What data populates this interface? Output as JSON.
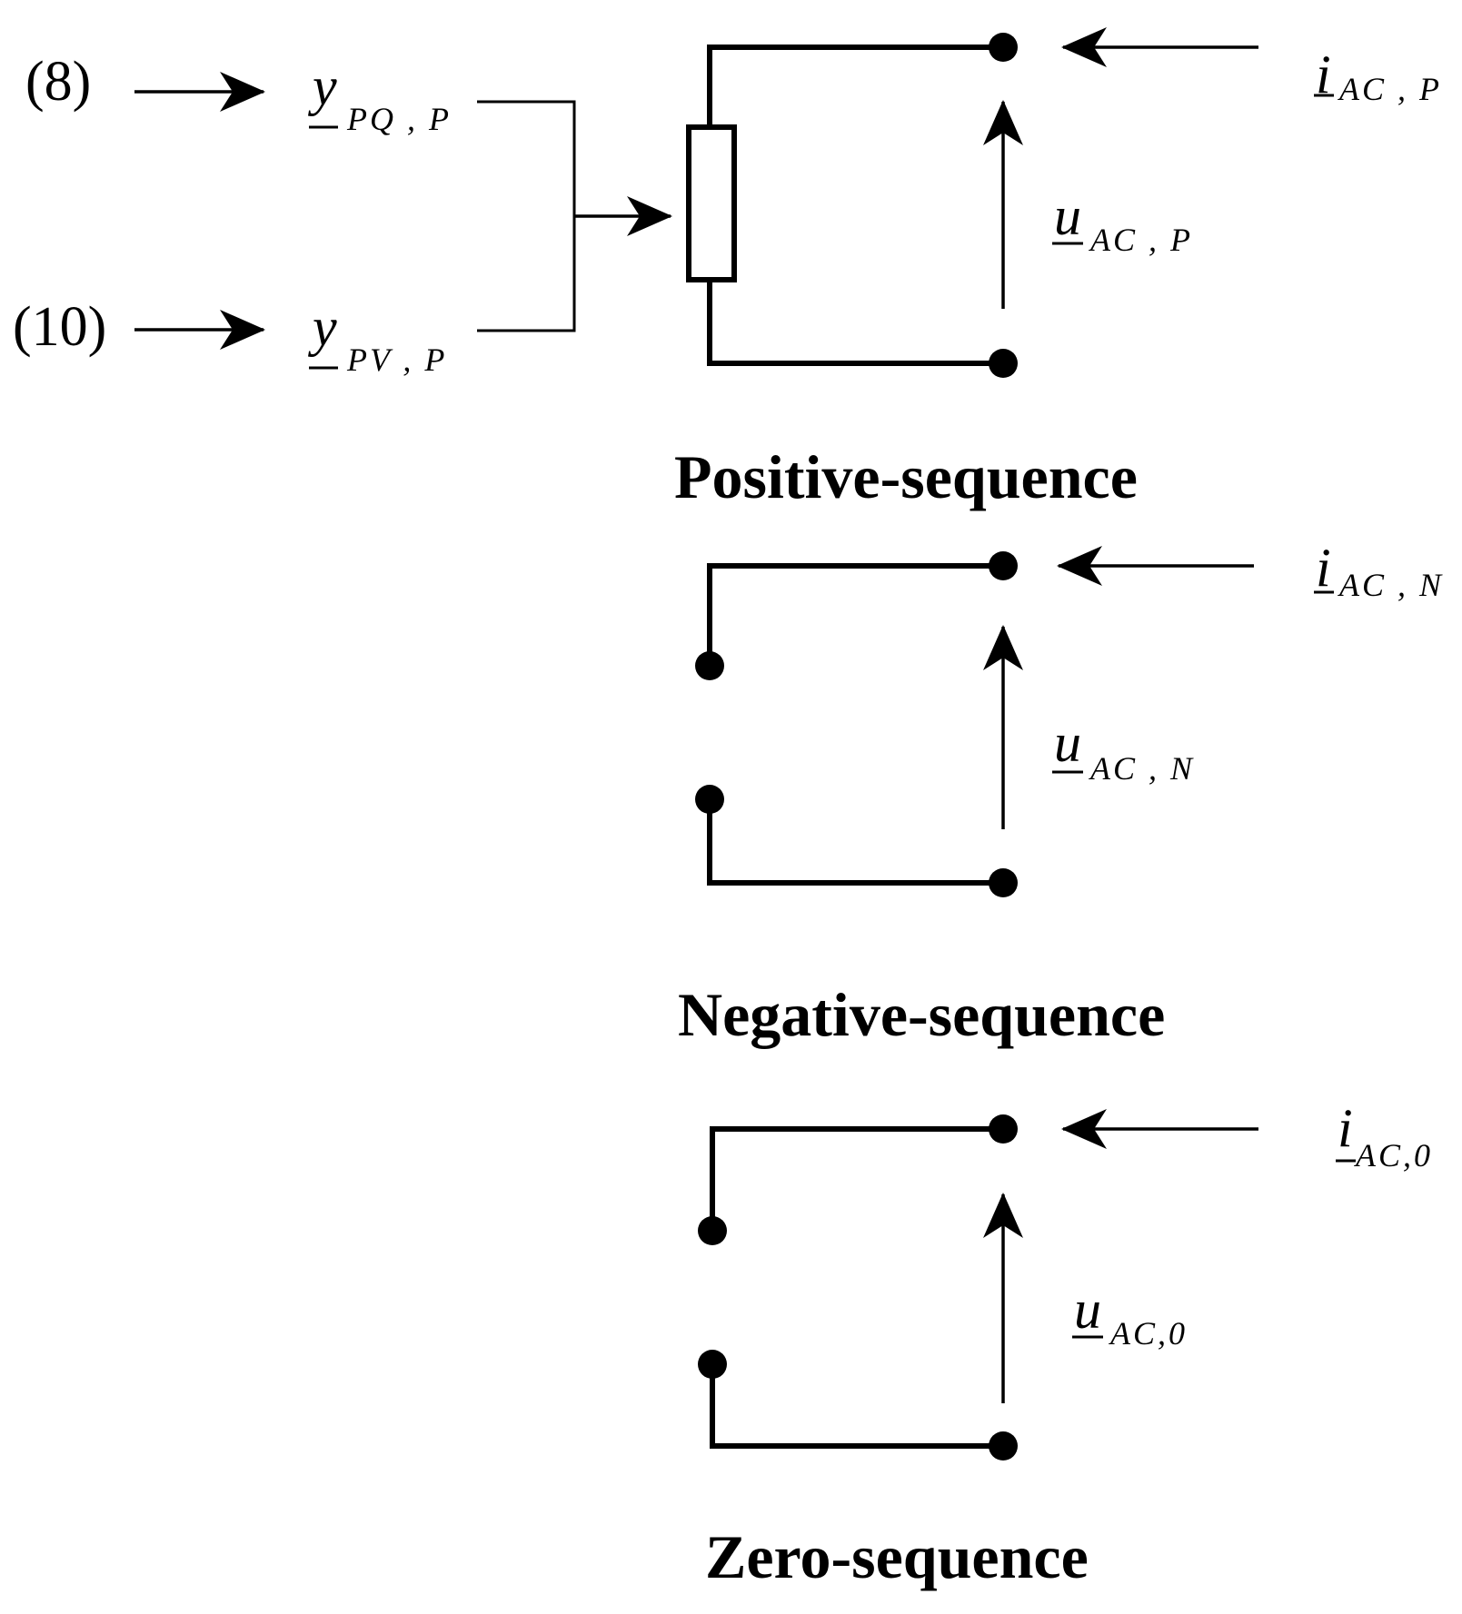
{
  "references": {
    "top": "(8)",
    "bottom": "(10)"
  },
  "admittances": {
    "pq": {
      "symbol": "y",
      "subscript": "PQ , P"
    },
    "pv": {
      "symbol": "y",
      "subscript": "PV , P"
    }
  },
  "positive": {
    "current": {
      "symbol": "i",
      "subscript": "AC , P"
    },
    "voltage": {
      "symbol": "u",
      "subscript": "AC , P"
    },
    "caption": "Positive-sequence"
  },
  "negative": {
    "current": {
      "symbol": "i",
      "subscript": "AC , N"
    },
    "voltage": {
      "symbol": "u",
      "subscript": "AC , N"
    },
    "caption": "Negative-sequence"
  },
  "zero": {
    "current": {
      "symbol": "i",
      "subscript": "AC,0"
    },
    "voltage": {
      "symbol": "u",
      "subscript": "AC,0"
    },
    "caption": "Zero-sequence"
  }
}
